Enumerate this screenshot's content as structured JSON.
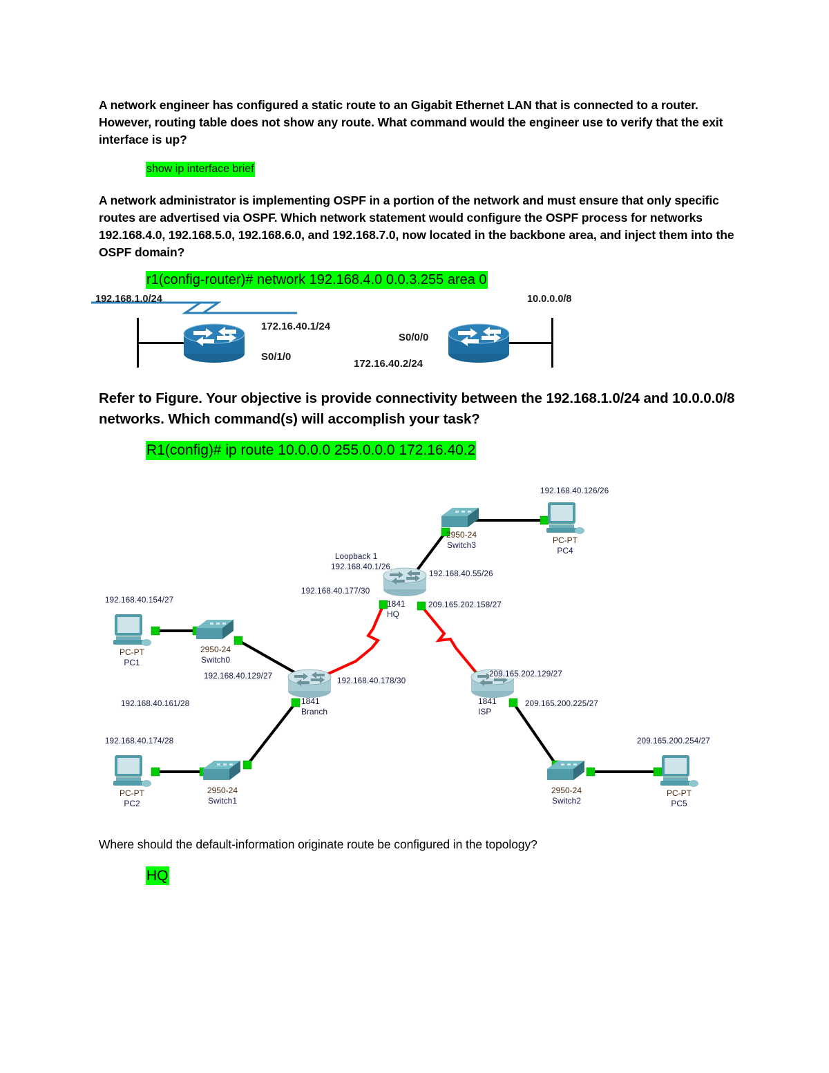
{
  "questions": [
    {
      "id": "q1",
      "text": "A network engineer has configured a static route to an Gigabit Ethernet LAN that is connected to a router. However, routing table does not show any route. What command would the engineer use to verify that the exit interface is up?",
      "answer": "show ip interface brief"
    },
    {
      "id": "q2",
      "text": "A network administrator is implementing OSPF in a portion of the network and must ensure that only specific routes are advertised via OSPF. Which network statement would configure the OSPF process for networks 192.168.4.0, 192.168.5.0, 192.168.6.0, and 192.168.7.0, now located in the backbone area, and inject them into the OSPF domain?",
      "answer": "r1(config-router)# network 192.168.4.0 0.0.3.255 area 0"
    },
    {
      "id": "q3",
      "text": "Refer to Figure. Your objective is provide connectivity between the 192.168.1.0/24 and 10.0.0.0/8 networks. Which command(s) will accomplish your task?",
      "answer": "R1(config)# ip route 10.0.0.0 255.0.0.0 172.16.40.2"
    },
    {
      "id": "q4",
      "text": "Where should the default-information originate route be configured in the topology?",
      "answer": "HQ"
    }
  ],
  "figure1": {
    "left_network": "192.168.1.0/24",
    "right_network": "10.0.0.0/8",
    "left_router_ip": "172.16.40.1/24",
    "left_router_interface": "S0/1/0",
    "right_router_interface": "S0/0/0",
    "right_router_ip": "172.16.40.2/24"
  },
  "figure2": {
    "labels": {
      "pc4_net": "192.168.40.126/26",
      "switch3_model": "2950-24",
      "switch3_name": "Switch3",
      "pc4_model": "PC-PT",
      "pc4_name": "PC4",
      "hq_loopback_title": "Loopback 1",
      "hq_loopback_ip": "192.168.40.1/26",
      "hq_lan_ip": "192.168.40.55/26",
      "hq_branch_link": "192.168.40.177/30",
      "hq_isp_link": "209.165.202.158/27",
      "hq_model": "1841",
      "hq_name": "HQ",
      "pc1_net": "192.168.40.154/27",
      "pc1_model": "PC-PT",
      "pc1_name": "PC1",
      "switch0_model": "2950-24",
      "switch0_name": "Switch0",
      "branch_sw0_link": "192.168.40.129/27",
      "branch_sw1_link": "192.168.40.161/28",
      "branch_hq_link": "192.168.40.178/30",
      "branch_model": "1841",
      "branch_name": "Branch",
      "pc2_net": "192.168.40.174/28",
      "switch1_model": "2950-24",
      "switch1_name": "Switch1",
      "pc2_model": "PC-PT",
      "pc2_name": "PC2",
      "isp_hq_link": "209.165.202.129/27",
      "isp_sw2_link": "209.165.200.225/27",
      "isp_model": "1841",
      "isp_name": "ISP",
      "switch2_model": "2950-24",
      "switch2_name": "Switch2",
      "pc5_net": "209.165.200.254/27",
      "pc5_model": "PC-PT",
      "pc5_name": "PC5"
    }
  },
  "colors": {
    "highlight": "#00ff00",
    "serial_link": "#ff0000",
    "ethernet_link": "#000000",
    "link_led": "#00cc00",
    "router_blue": "#1d6fa5",
    "pt_device": "#4f9ca8"
  }
}
